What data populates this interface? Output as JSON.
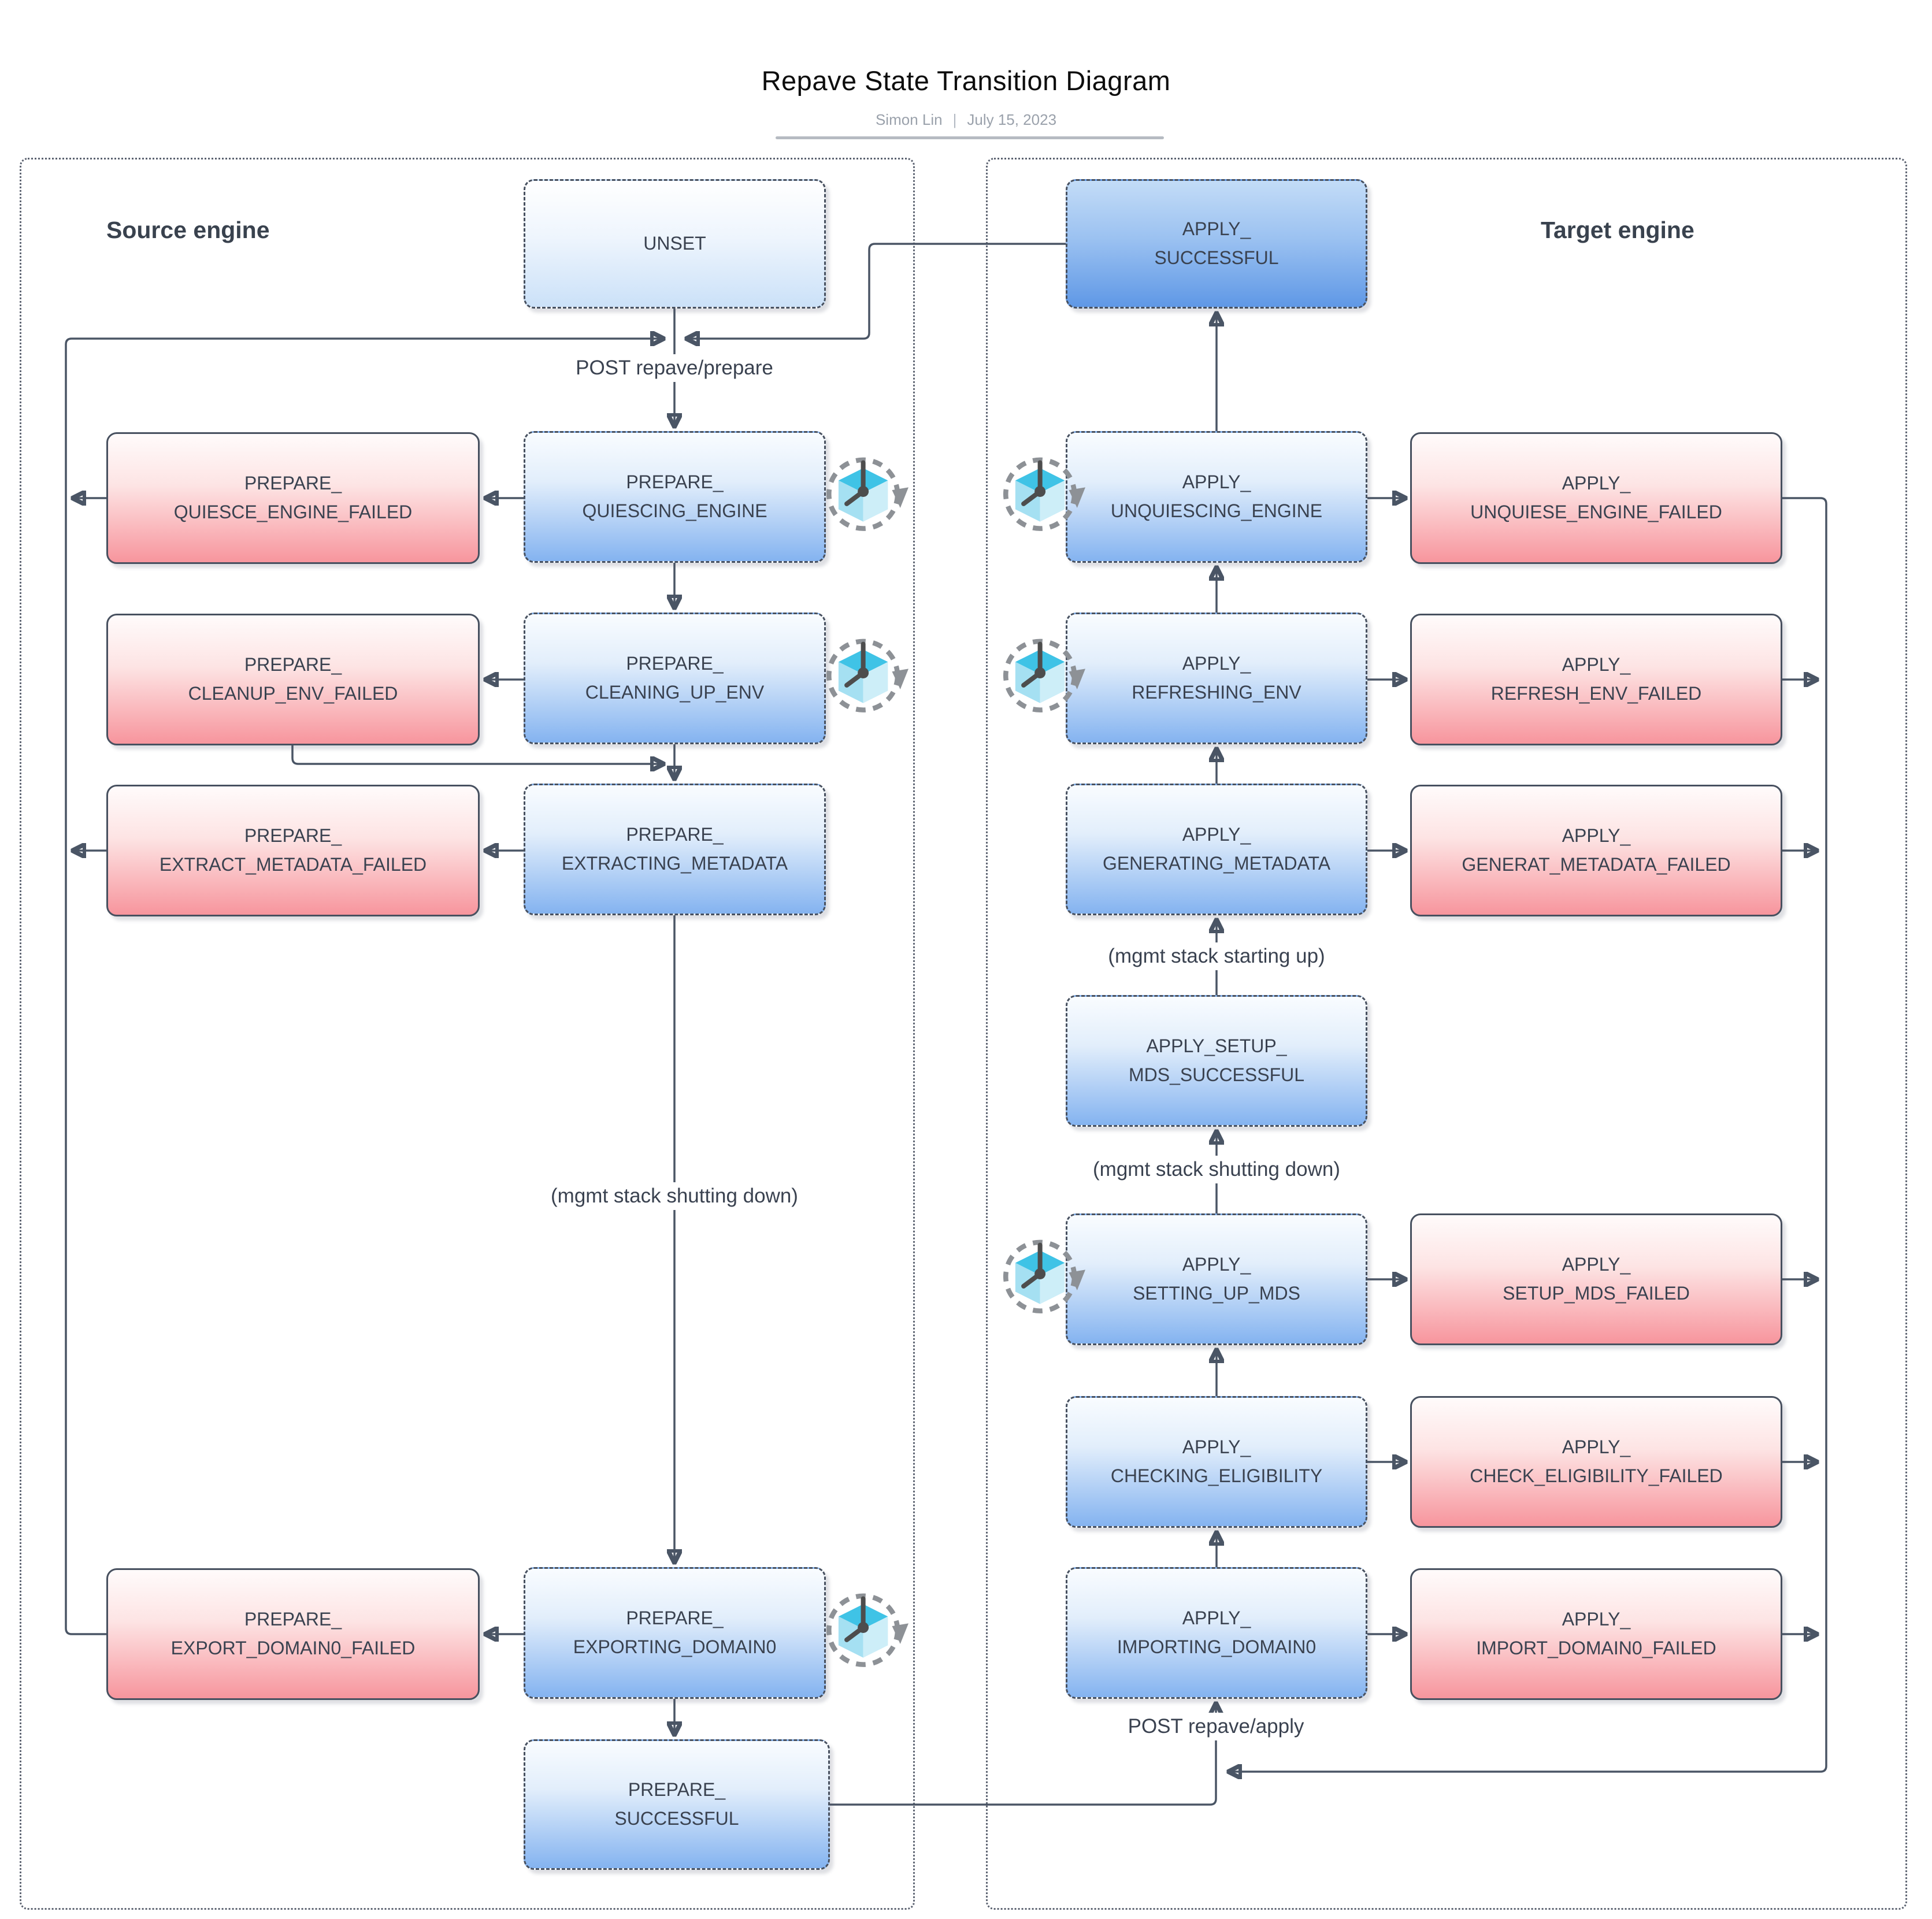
{
  "title": "Repave State Transition Diagram",
  "subtitle": {
    "author": "Simon Lin",
    "sep": "|",
    "date": "July 15, 2023"
  },
  "regions": {
    "source": {
      "label": "Source engine"
    },
    "target": {
      "label": "Target engine"
    }
  },
  "nodes": {
    "unset": {
      "label": "UNSET",
      "kind": "initial"
    },
    "prepare_quiescing_engine": {
      "label": "PREPARE_\nQUIESCING_ENGINE",
      "kind": "active"
    },
    "prepare_quiesce_engine_failed": {
      "label": "PREPARE_\nQUIESCE_ENGINE_FAILED",
      "kind": "failed"
    },
    "prepare_cleaning_up_env": {
      "label": "PREPARE_\nCLEANING_UP_ENV",
      "kind": "active"
    },
    "prepare_cleanup_env_failed": {
      "label": "PREPARE_\nCLEANUP_ENV_FAILED",
      "kind": "failed"
    },
    "prepare_extracting_metadata": {
      "label": "PREPARE_\nEXTRACTING_METADATA",
      "kind": "active"
    },
    "prepare_extract_metadata_failed": {
      "label": "PREPARE_\nEXTRACT_METADATA_FAILED",
      "kind": "failed"
    },
    "prepare_exporting_domain0": {
      "label": "PREPARE_\nEXPORTING_DOMAIN0",
      "kind": "active"
    },
    "prepare_export_domain0_failed": {
      "label": "PREPARE_\nEXPORT_DOMAIN0_FAILED",
      "kind": "failed"
    },
    "prepare_successful": {
      "label": "PREPARE_\nSUCCESSFUL",
      "kind": "success"
    },
    "apply_successful": {
      "label": "APPLY_\nSUCCESSFUL",
      "kind": "success"
    },
    "apply_unquiescing_engine": {
      "label": "APPLY_\nUNQUIESCING_ENGINE",
      "kind": "active"
    },
    "apply_unquiese_engine_failed": {
      "label": "APPLY_\nUNQUIESE_ENGINE_FAILED",
      "kind": "failed"
    },
    "apply_refreshing_env": {
      "label": "APPLY_\nREFRESHING_ENV",
      "kind": "active"
    },
    "apply_refresh_env_failed": {
      "label": "APPLY_\nREFRESH_ENV_FAILED",
      "kind": "failed"
    },
    "apply_generating_metadata": {
      "label": "APPLY_\nGENERATING_METADATA",
      "kind": "active"
    },
    "apply_generat_metadata_failed": {
      "label": "APPLY_\nGENERAT_METADATA_FAILED",
      "kind": "failed"
    },
    "apply_setup_mds_successful": {
      "label": "APPLY_SETUP_\nMDS_SUCCESSFUL",
      "kind": "success"
    },
    "apply_setting_up_mds": {
      "label": "APPLY_\nSETTING_UP_MDS",
      "kind": "active"
    },
    "apply_setup_mds_failed": {
      "label": "APPLY_\nSETUP_MDS_FAILED",
      "kind": "failed"
    },
    "apply_checking_eligibility": {
      "label": "APPLY_\nCHECKING_ELIGIBILITY",
      "kind": "active"
    },
    "apply_check_eligibility_failed": {
      "label": "APPLY_\nCHECK_ELIGIBILITY_FAILED",
      "kind": "failed"
    },
    "apply_importing_domain0": {
      "label": "APPLY_\nIMPORTING_DOMAIN0",
      "kind": "active"
    },
    "apply_import_domain0_failed": {
      "label": "APPLY_\nIMPORT_DOMAIN0_FAILED",
      "kind": "failed"
    }
  },
  "edge_labels": {
    "post_prepare": "POST repave/prepare",
    "post_apply": "POST repave/apply",
    "mgmt_shutting_down_source": "(mgmt stack shutting down)",
    "mgmt_starting_up": "(mgmt stack starting up)",
    "mgmt_shutting_down_target": "(mgmt stack shutting down)"
  },
  "icons": {
    "timer": {
      "name": "timer-cube-icon",
      "meaning": "long-running / timed state"
    }
  },
  "colors": {
    "state_active_bottom": "#84b3f0",
    "state_success_bottom": "#5f98e6",
    "state_failed_bottom": "#f7959d",
    "stroke": "#47505f",
    "edge": "#4a5565",
    "icon_cube_top": "#3fc3e6",
    "icon_cube_left": "#a5e0f2",
    "icon_cube_right": "#cdeef8",
    "subtitle_text": "#9aa1ab"
  }
}
